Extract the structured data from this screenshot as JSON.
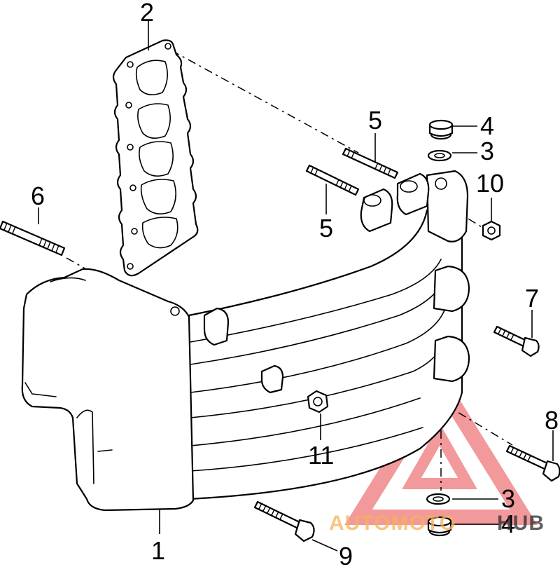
{
  "callouts": {
    "c1": "1",
    "c2": "2",
    "c3a": "3",
    "c3b": "3",
    "c4a": "4",
    "c4b": "4",
    "c5a": "5",
    "c5b": "5",
    "c6": "6",
    "c7": "7",
    "c8": "8",
    "c9": "9",
    "c10": "10",
    "c11": "11"
  },
  "watermark": {
    "word1": "AUTOMOTO",
    "word2": "HUB",
    "color_red": "#e8464b",
    "color_orange": "#f5b25a",
    "color_dark": "#2b2b2b"
  }
}
